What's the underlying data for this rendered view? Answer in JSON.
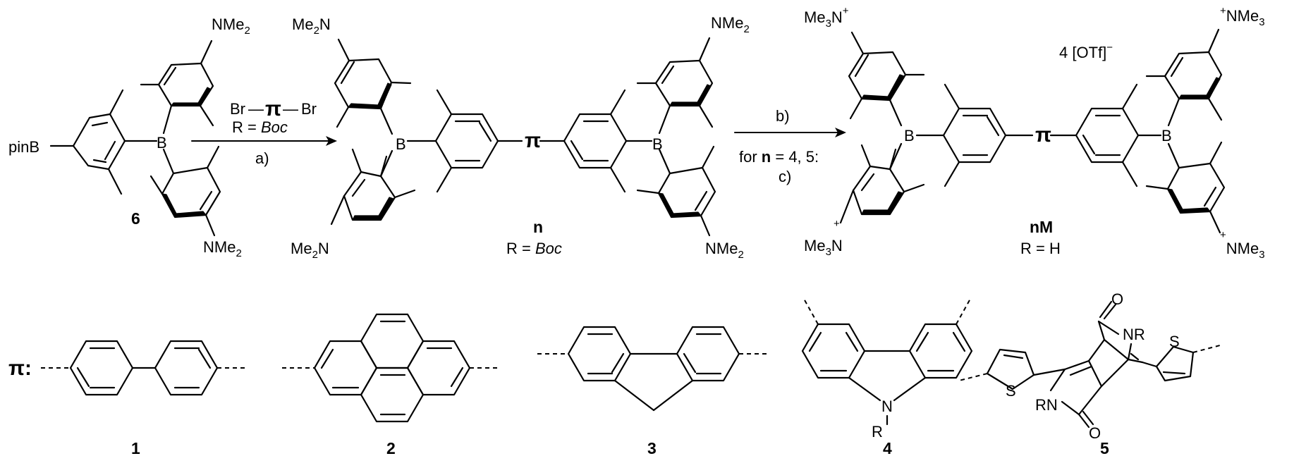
{
  "reagents": {
    "top": "Br—π—Br",
    "condition": "R = Boc",
    "step_a": "a)",
    "step_b": "b)",
    "step_c_prefix": "for",
    "step_c_n": "n",
    "step_c_suffix": "= 4, 5:",
    "step_c": "c)"
  },
  "compounds": {
    "start": {
      "id": "6",
      "group": "pinB",
      "amine": "NMe2"
    },
    "intermediate": {
      "id": "n",
      "r_label": "R = Boc",
      "amine": "NMe2",
      "linker": "π"
    },
    "product": {
      "id": "nM",
      "r_label": "R = H",
      "amine": "NMe3",
      "counterion": "4 [OTf]",
      "linker": "π"
    }
  },
  "linkers": {
    "prefix": "π:",
    "items": [
      {
        "id": "1",
        "name": "biphenyl"
      },
      {
        "id": "2",
        "name": "pyrene"
      },
      {
        "id": "3",
        "name": "fluorene"
      },
      {
        "id": "4",
        "name": "carbazole",
        "n_label": "N",
        "r_label": "R"
      },
      {
        "id": "5",
        "name": "diketopyrrolopyrrole-dithiophene",
        "o_label": "O",
        "s_label": "S",
        "nr_label": "NR",
        "rn_label": "RN"
      }
    ]
  }
}
